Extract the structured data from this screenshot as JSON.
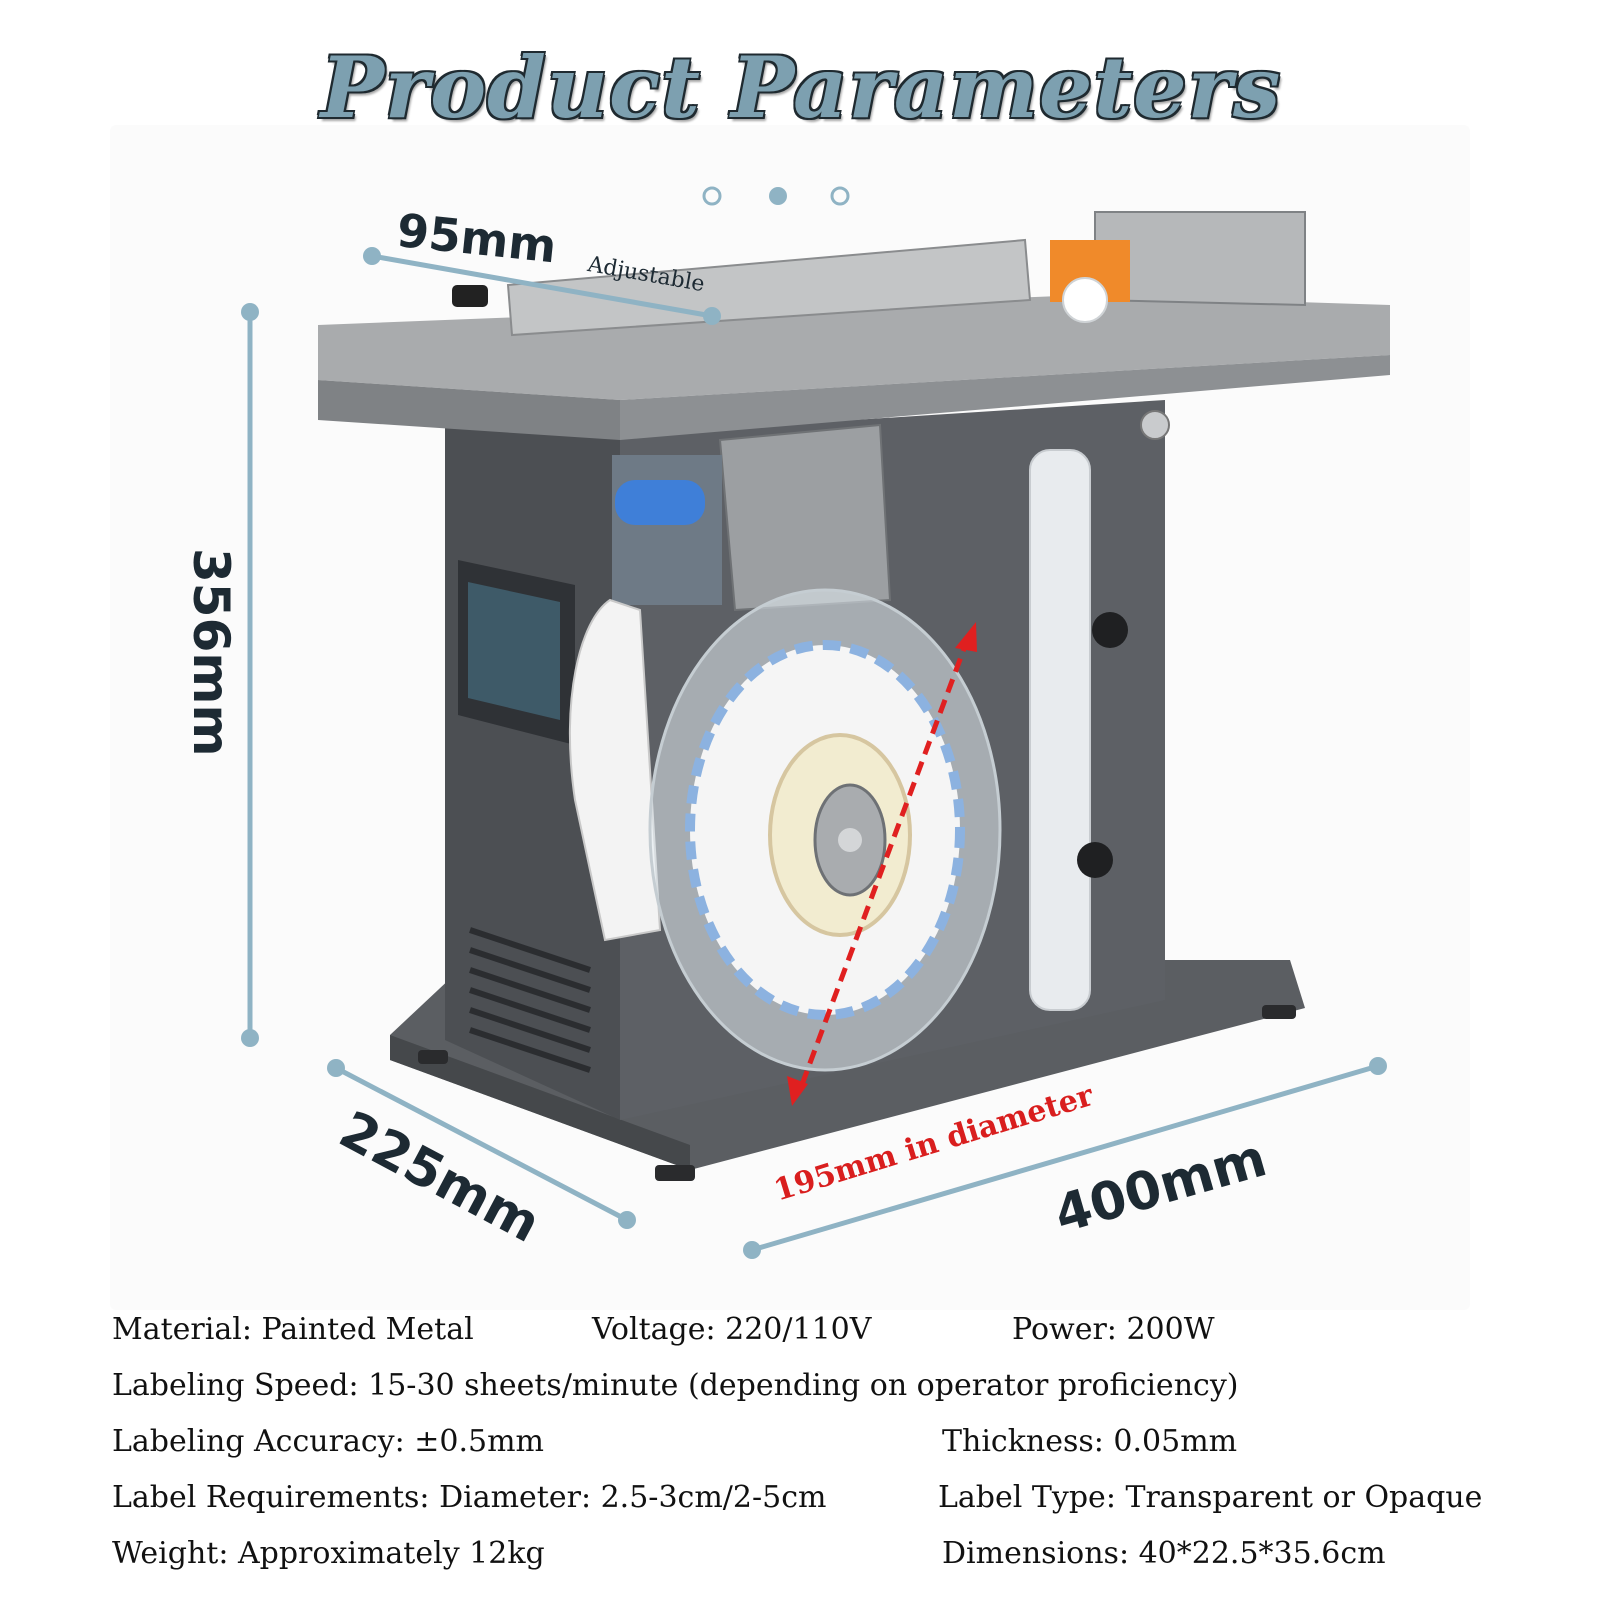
{
  "title": "Product Parameters",
  "dimensions": {
    "top_width": "95mm",
    "top_width_note": "Adjustable",
    "height": "356mm",
    "depth": "225mm",
    "width": "400mm",
    "roll_diameter": "195mm in diameter"
  },
  "colors": {
    "title_fill": "#7da0b0",
    "dimension_line": "#8fb3c4",
    "roll_arrow": "#e02020",
    "machine_body": "#56595d",
    "top_plate": "#a9abad"
  },
  "specs": {
    "material": "Material: Painted Metal",
    "voltage": "Voltage: 220/110V",
    "power": "Power: 200W",
    "speed": "Labeling Speed: 15-30 sheets/minute (depending on operator proficiency)",
    "accuracy": "Labeling Accuracy: ±0.5mm",
    "thickness": "Thickness: 0.05mm",
    "label_requirements": "Label Requirements: Diameter: 2.5-3cm/2-5cm",
    "label_type": "Label Type: Transparent or Opaque",
    "weight": "Weight: Approximately 12kg",
    "dimensions": "Dimensions: 40*22.5*35.6cm"
  }
}
